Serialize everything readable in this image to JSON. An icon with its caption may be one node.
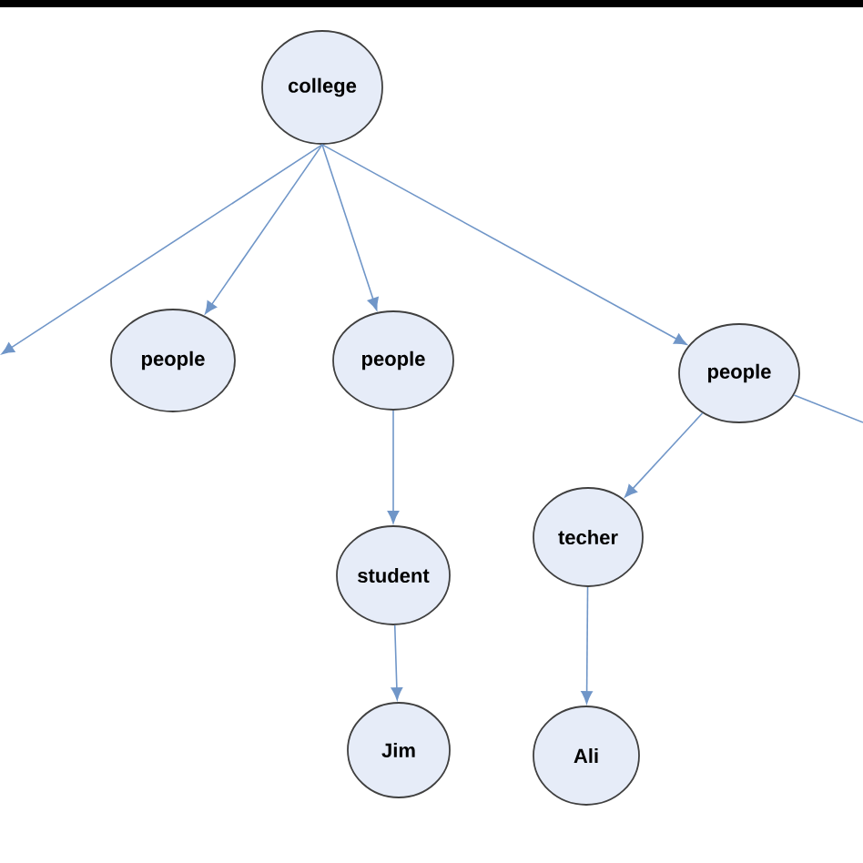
{
  "diagram": {
    "nodes": [
      {
        "text": [
          "college"
        ]
      },
      {
        "text": [
          "people"
        ]
      },
      {
        "text": [
          "people"
        ]
      },
      {
        "text": [
          "people"
        ]
      },
      {
        "text": [
          "student"
        ]
      },
      {
        "text": [
          "techer"
        ]
      },
      {
        "text": [
          "Jim"
        ]
      },
      {
        "text": [
          "Ali"
        ]
      }
    ],
    "edges": [
      {
        "from": 0,
        "to": null,
        "arrow": "to"
      },
      {
        "from": 0,
        "to": 1,
        "arrow": "to"
      },
      {
        "from": 0,
        "to": 2,
        "arrow": "to"
      },
      {
        "from": 0,
        "to": 3,
        "arrow": "to"
      },
      {
        "from": 3,
        "to": null,
        "arrow": "none"
      },
      {
        "from": 2,
        "to": 4,
        "arrow": "to"
      },
      {
        "from": 4,
        "to": 6,
        "arrow": "to"
      },
      {
        "from": 3,
        "to": 5,
        "arrow": "to"
      },
      {
        "from": 5,
        "to": 7,
        "arrow": "to"
      }
    ]
  }
}
